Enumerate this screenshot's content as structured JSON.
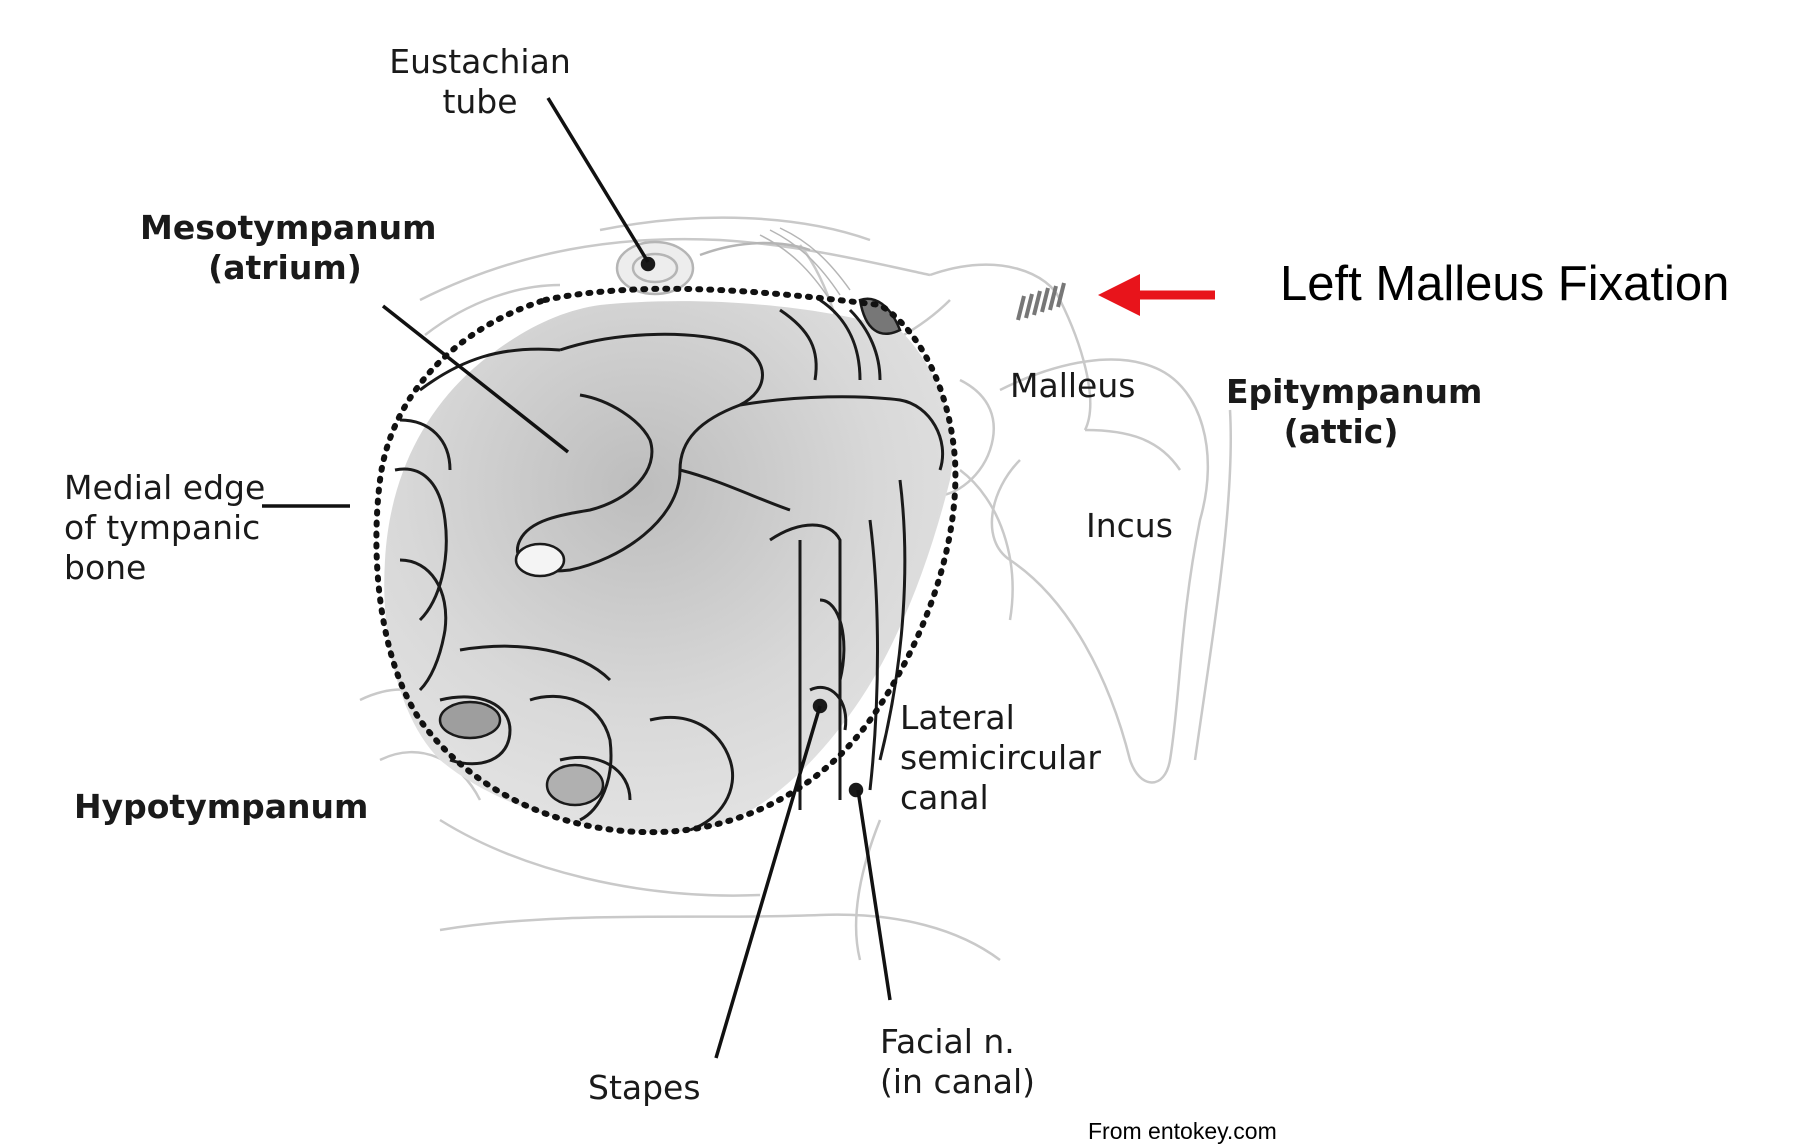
{
  "labels": {
    "eustachian_tube": "Eustachian\ntube",
    "mesotympanum": "Mesotympanum\n(atrium)",
    "medial_edge": "Medial edge\nof tympanic\nbone",
    "hypotympanum": "Hypotympanum",
    "malleus": "Malleus",
    "epitympanum": "Epitympanum\n(attic)",
    "incus": "Incus",
    "lateral_canal": "Lateral\nsemicircular\ncanal",
    "facial_nerve": "Facial n.\n(in canal)",
    "stapes": "Stapes"
  },
  "callout": {
    "text": "Left Malleus Fixation",
    "arrow_color": "#e8141b"
  },
  "credit": "From entokey.com",
  "colors": {
    "line": "#1a1a1a",
    "faint": "#c8c8c8",
    "shade": "#d4d4d4"
  }
}
